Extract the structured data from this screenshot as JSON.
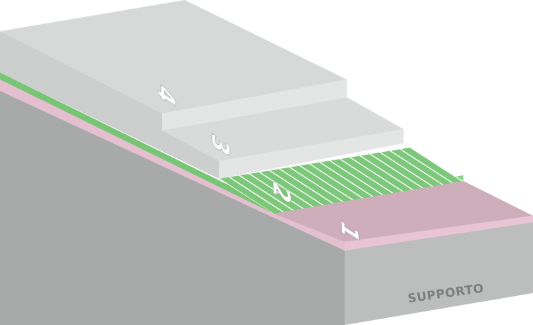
{
  "diagram": {
    "layers": [
      {
        "id": "layer-1",
        "label": "1",
        "color": "#cfaebb"
      },
      {
        "id": "layer-2",
        "label": "2",
        "color": "#7dc77a"
      },
      {
        "id": "layer-3",
        "label": "3",
        "color": "#d6d7d7"
      },
      {
        "id": "layer-4",
        "label": "4",
        "color": "#d6d7d7"
      }
    ],
    "support": {
      "label": "SUPPORTO",
      "color": "#a7a8a8"
    }
  }
}
